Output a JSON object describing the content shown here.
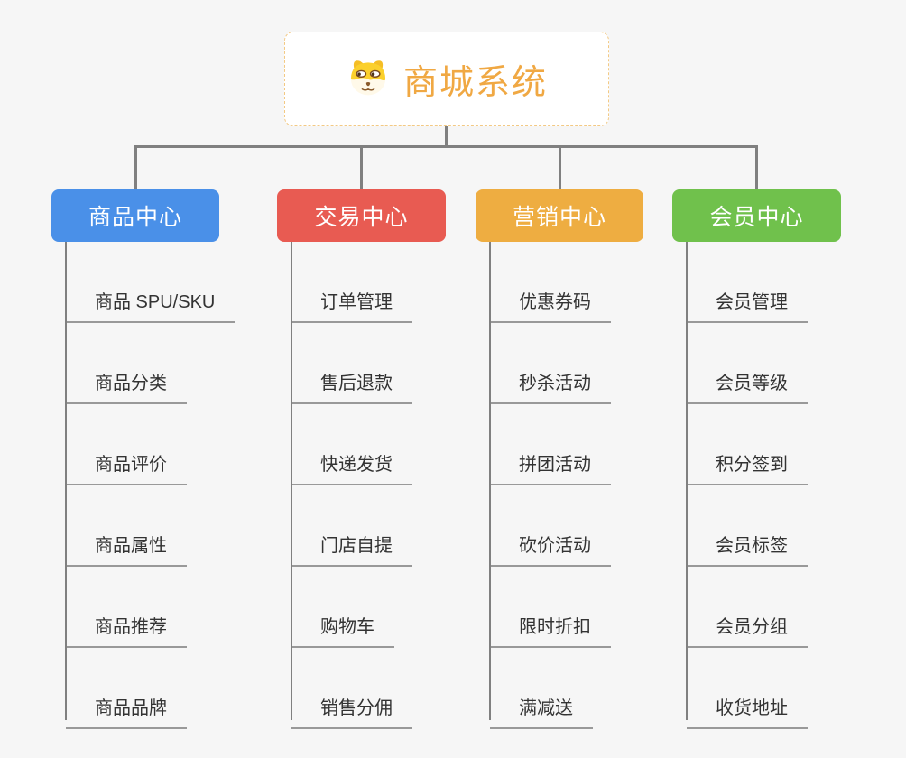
{
  "theme": {
    "background": "#F6F6F6",
    "connector": "#808080",
    "underline": "#999999",
    "leaf_text": "#333333"
  },
  "root": {
    "label": "商城系统",
    "icon": "dog-face-icon",
    "text_color": "#F0A843",
    "border_color": "#F3C983"
  },
  "branches": [
    {
      "id": "product-center",
      "label": "商品中心",
      "color": "#4A90E8",
      "children": [
        {
          "label": "商品 SPU/SKU"
        },
        {
          "label": "商品分类"
        },
        {
          "label": "商品评价"
        },
        {
          "label": "商品属性"
        },
        {
          "label": "商品推荐"
        },
        {
          "label": "商品品牌"
        }
      ]
    },
    {
      "id": "trade-center",
      "label": "交易中心",
      "color": "#E85B52",
      "children": [
        {
          "label": "订单管理"
        },
        {
          "label": "售后退款"
        },
        {
          "label": "快递发货"
        },
        {
          "label": "门店自提"
        },
        {
          "label": "购物车"
        },
        {
          "label": "销售分佣"
        }
      ]
    },
    {
      "id": "marketing-center",
      "label": "营销中心",
      "color": "#EEAD41",
      "children": [
        {
          "label": "优惠券码"
        },
        {
          "label": "秒杀活动"
        },
        {
          "label": "拼团活动"
        },
        {
          "label": "砍价活动"
        },
        {
          "label": "限时折扣"
        },
        {
          "label": "满减送"
        }
      ]
    },
    {
      "id": "member-center",
      "label": "会员中心",
      "color": "#70C14C",
      "children": [
        {
          "label": "会员管理"
        },
        {
          "label": "会员等级"
        },
        {
          "label": "积分签到"
        },
        {
          "label": "会员标签"
        },
        {
          "label": "会员分组"
        },
        {
          "label": "收货地址"
        }
      ]
    }
  ]
}
